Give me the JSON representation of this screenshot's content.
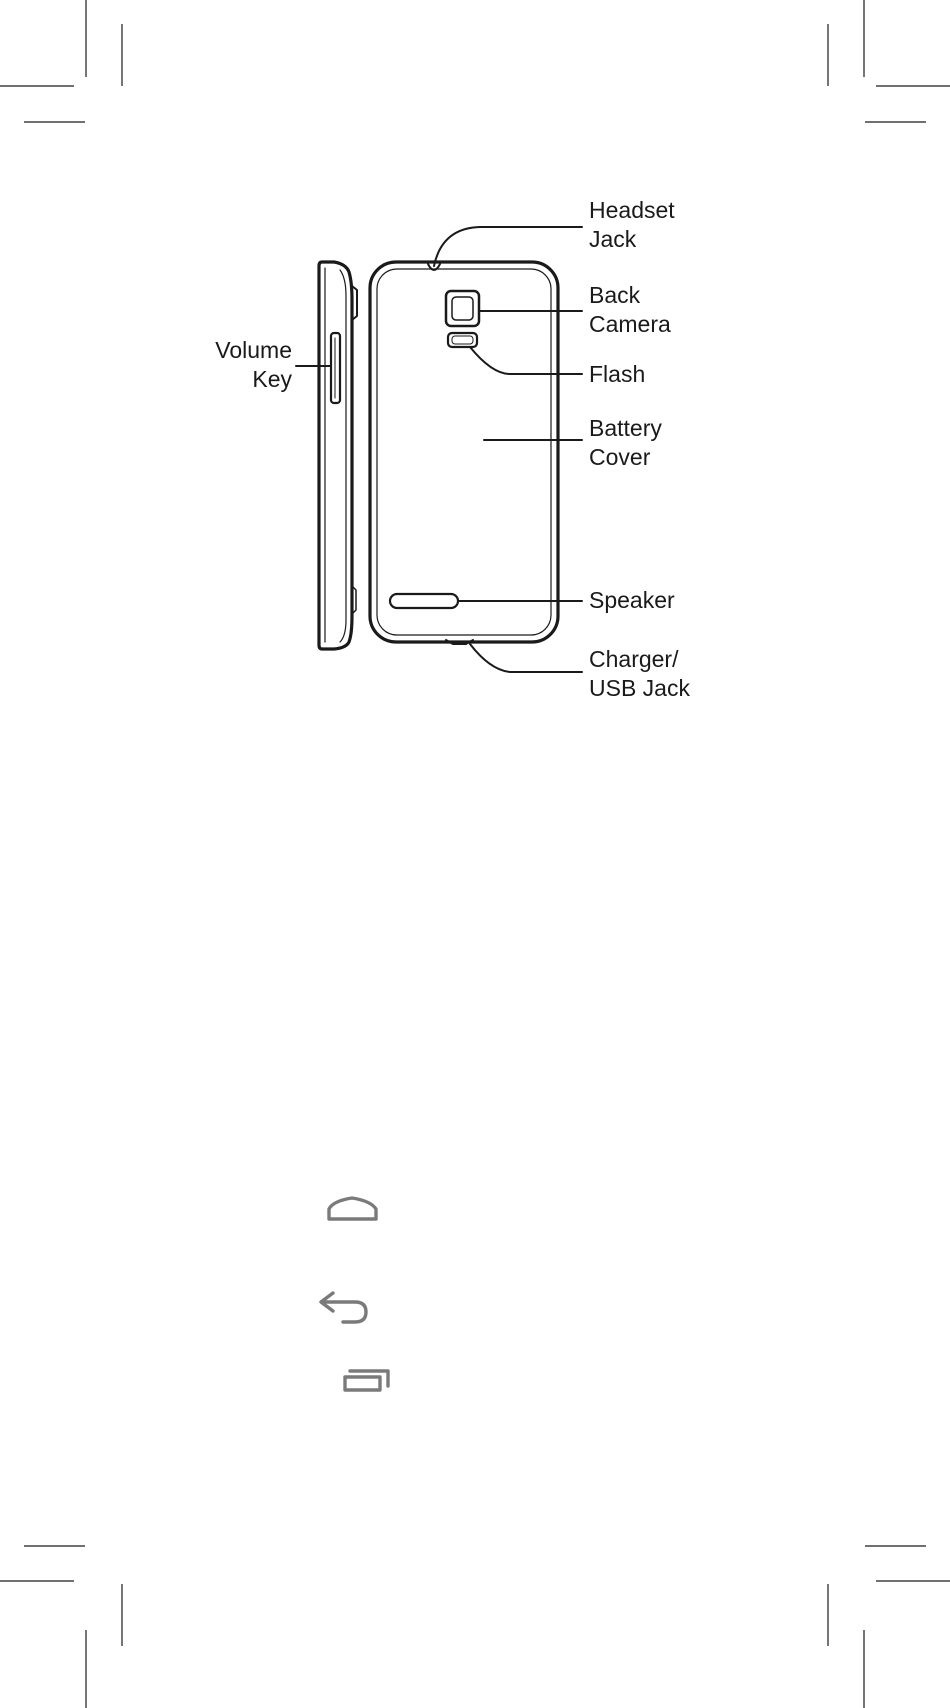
{
  "diagram": {
    "labels": {
      "headset_jack": "Headset\nJack",
      "back_camera": "Back\nCamera",
      "flash": "Flash",
      "battery_cover": "Battery\nCover",
      "speaker": "Speaker",
      "charger_usb_jack": "Charger/\nUSB Jack",
      "volume_key": "Volume\nKey"
    }
  },
  "nav_icons": [
    "home-icon",
    "back-icon",
    "recent-apps-icon"
  ],
  "colors": {
    "line": "#1a1a1a",
    "icon": "#7a7a7a"
  }
}
